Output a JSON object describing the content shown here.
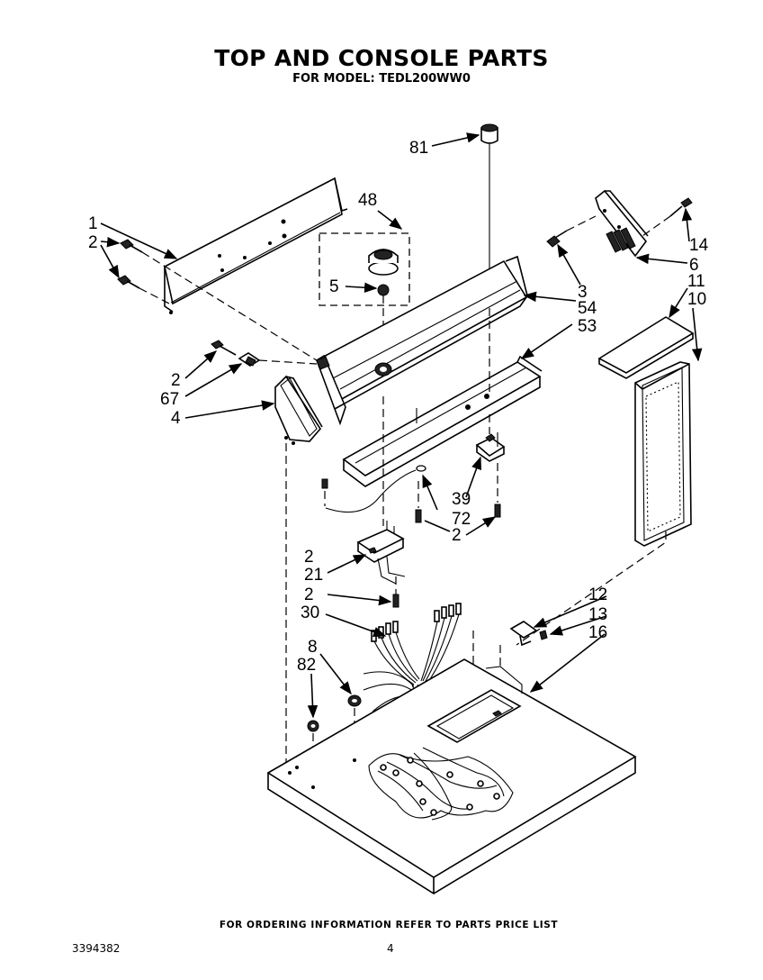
{
  "header": {
    "title": "TOP AND CONSOLE PARTS",
    "subtitle": "FOR MODEL: TEDL200WW0"
  },
  "footer": {
    "note": "FOR ORDERING INFORMATION REFER TO PARTS PRICE LIST",
    "doc_number": "3394382",
    "page_number": "4"
  },
  "callouts": {
    "c1": "1",
    "c2a": "2",
    "c48": "48",
    "c5": "5",
    "c81": "81",
    "c14": "14",
    "c6": "6",
    "c3": "3",
    "c54": "54",
    "c53": "53",
    "c11": "11",
    "c10": "10",
    "c2b": "2",
    "c67": "67",
    "c4": "4",
    "c39": "39",
    "c72": "72",
    "c2c": "2",
    "c2d": "2",
    "c21": "21",
    "c2e": "2",
    "c30": "30",
    "c12": "12",
    "c13": "13",
    "c16": "16",
    "c8": "8",
    "c82": "82"
  }
}
